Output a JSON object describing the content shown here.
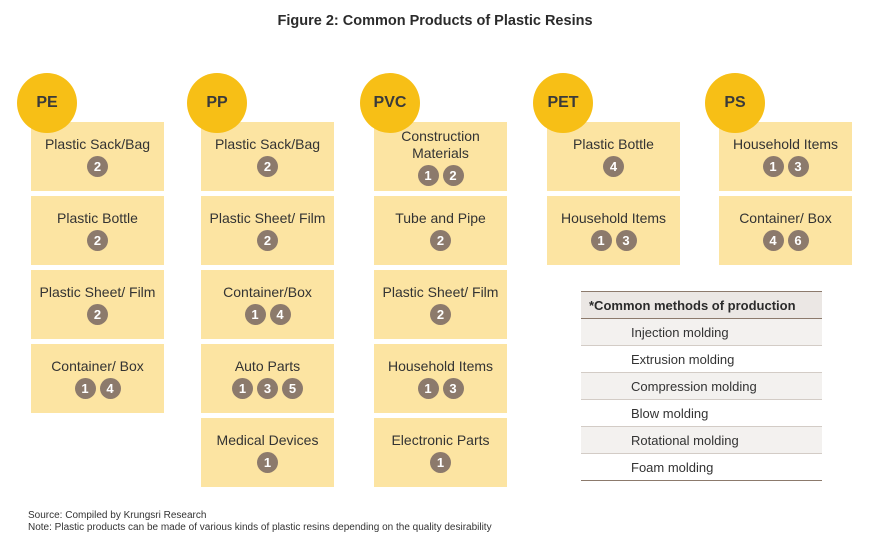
{
  "title": "Figure 2: Common Products of Plastic Resins",
  "columns": [
    {
      "resin": "PE",
      "items": [
        {
          "label": "Plastic Sack/Bag",
          "methods": [
            "2"
          ]
        },
        {
          "label": "Plastic Bottle",
          "methods": [
            "2"
          ]
        },
        {
          "label": "Plastic Sheet/ Film",
          "methods": [
            "2"
          ]
        },
        {
          "label": "Container/ Box",
          "methods": [
            "1",
            "4"
          ]
        }
      ]
    },
    {
      "resin": "PP",
      "items": [
        {
          "label": "Plastic Sack/Bag",
          "methods": [
            "2"
          ]
        },
        {
          "label": "Plastic Sheet/ Film",
          "methods": [
            "2"
          ]
        },
        {
          "label": "Container/Box",
          "methods": [
            "1",
            "4"
          ]
        },
        {
          "label": "Auto Parts",
          "methods": [
            "1",
            "3",
            "5"
          ]
        },
        {
          "label": "Medical Devices",
          "methods": [
            "1"
          ]
        }
      ]
    },
    {
      "resin": "PVC",
      "items": [
        {
          "label": "Construction Materials",
          "methods": [
            "1",
            "2"
          ]
        },
        {
          "label": "Tube and Pipe",
          "methods": [
            "2"
          ]
        },
        {
          "label": "Plastic Sheet/ Film",
          "methods": [
            "2"
          ]
        },
        {
          "label": "Household Items",
          "methods": [
            "1",
            "3"
          ]
        },
        {
          "label": "Electronic Parts",
          "methods": [
            "1"
          ]
        }
      ]
    },
    {
      "resin": "PET",
      "items": [
        {
          "label": "Plastic Bottle",
          "methods": [
            "4"
          ]
        },
        {
          "label": "Household Items",
          "methods": [
            "1",
            "3"
          ]
        }
      ]
    },
    {
      "resin": "PS",
      "items": [
        {
          "label": "Household Items",
          "methods": [
            "1",
            "3"
          ]
        },
        {
          "label": "Container/ Box",
          "methods": [
            "4",
            "6"
          ]
        }
      ]
    }
  ],
  "legend": {
    "header": "*Common methods of production",
    "rows": [
      "Injection molding",
      "Extrusion molding",
      "Compression molding",
      "Blow molding",
      "Rotational molding",
      "Foam molding"
    ]
  },
  "footer": {
    "source": "Source: Compiled by Krungsri Research",
    "note": "Note: Plastic products can be made of various kinds of plastic resins depending on the quality desirability"
  }
}
